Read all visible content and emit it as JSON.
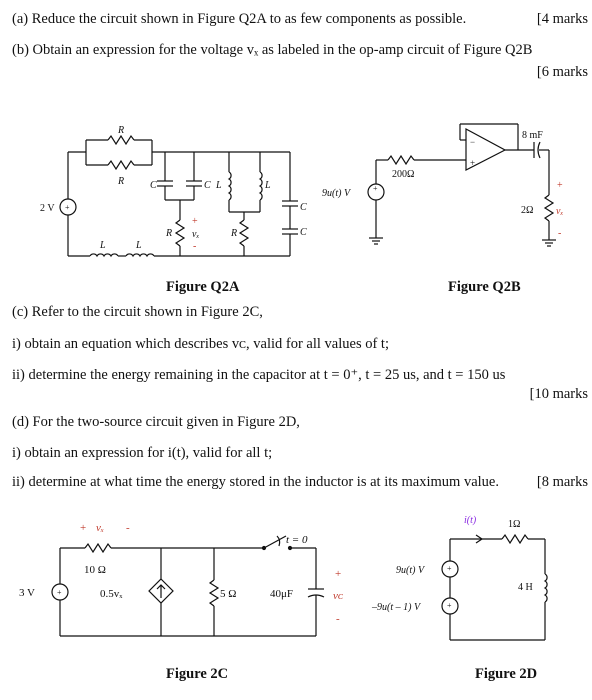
{
  "questions": {
    "a_text": "(a) Reduce the circuit shown in Figure Q2A to as few components as possible.",
    "a_marks": "[4 marks",
    "b_text": "(b) Obtain an expression for the voltage vₓ as labeled in the op-amp circuit of Figure Q2B",
    "b_marks": "[6 marks",
    "c_text": "(c) Refer to the circuit shown in Figure 2C,",
    "c_i": "i) obtain an equation which describes vᴄ, valid for all values of t;",
    "c_ii": "ii) determine the energy remaining in the capacitor at t = 0⁺, t = 25 us, and t = 150 us",
    "c_marks": "[10 marks",
    "d_text": "(d) For the two-source circuit given in Figure 2D,",
    "d_i": "i) obtain an expression for i(t), valid for all t;",
    "d_ii": "ii) determine at what time the energy stored in the inductor is at its maximum value.",
    "d_marks": "[8 marks"
  },
  "figures": {
    "q2a": {
      "caption": "Figure Q2A",
      "source": "2 V",
      "R": "R",
      "C": "C",
      "L": "L",
      "vx": "vₓ"
    },
    "q2b": {
      "caption": "Figure Q2B",
      "source": "9u(t) V",
      "r_in": "200Ω",
      "cap": "8 mF",
      "r_load": "2Ω",
      "vx": "vₓ"
    },
    "q2c": {
      "caption": "Figure 2C",
      "source": "3 V",
      "r1": "10 Ω",
      "dep": "0.5vₓ",
      "r2": "5 Ω",
      "cap": "40μF",
      "switch": "t = 0",
      "vx": "vₓ",
      "vc": "vᴄ"
    },
    "q2d": {
      "caption": "Figure 2D",
      "src1": "9u(t) V",
      "src2": "–9u(t – 1) V",
      "current": "i(t)",
      "r": "1Ω",
      "l": "4 H"
    }
  },
  "colors": {
    "wire": "#111111",
    "current_label": "#8a2be2"
  }
}
